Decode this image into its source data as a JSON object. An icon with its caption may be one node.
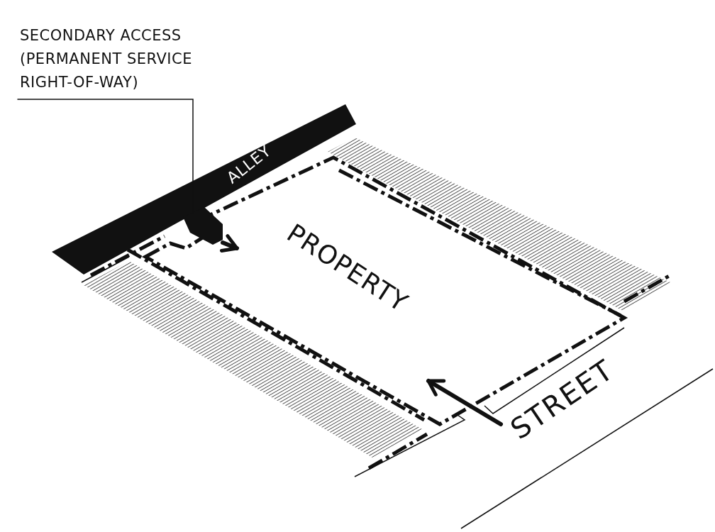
{
  "diagram": {
    "nodes": [
      {
        "text": [
          "SECONDARY ACCESS (PERMANENT SERVICE RIGHT-OF-WAY)"
        ]
      },
      {
        "text": [
          "ALLEY"
        ]
      },
      {
        "text": [
          "PROPERTY"
        ]
      },
      {
        "text": [
          "STREET"
        ]
      },
      {
        "text": [],
        "shape": "box"
      }
    ],
    "edges": [
      {
        "from": 0,
        "to": 4,
        "arrow": "none"
      },
      {
        "from": 4,
        "to": 2,
        "arrow": "to"
      },
      {
        "from": 3,
        "to": 2,
        "arrow": "to"
      }
    ]
  }
}
